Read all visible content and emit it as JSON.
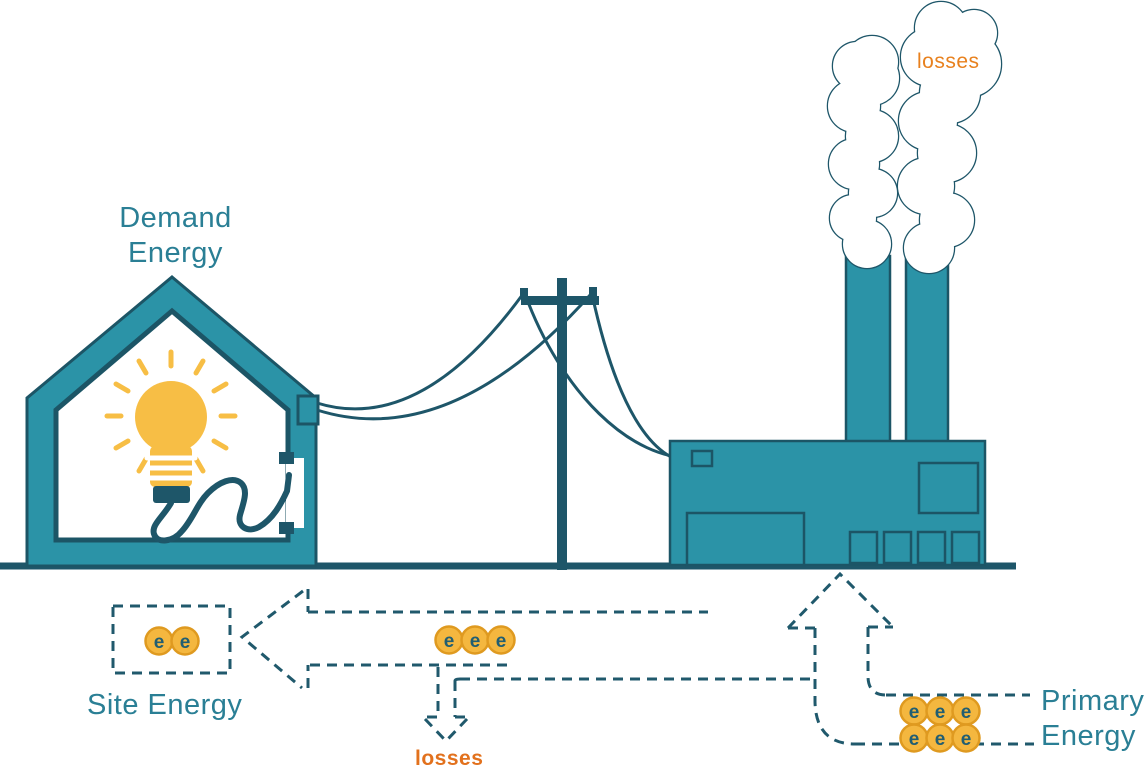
{
  "diagram": {
    "demand_energy": {
      "line1": "Demand",
      "line2": "Energy"
    },
    "site_energy": {
      "label": "Site Energy",
      "coin_count": 2
    },
    "transmission": {
      "coin_count": 3
    },
    "primary_energy": {
      "line1": "Primary",
      "line2": "Energy",
      "coin_count": 6
    },
    "losses": {
      "smoke_label": "losses",
      "transmission_label": "losses"
    },
    "coin_letter": "e",
    "colors": {
      "teal_fill": "#2B93A7",
      "teal_outline": "#1C5566",
      "teal_text": "#2A7F95",
      "dashed_line": "#20596C",
      "orange_losses": "#E8811E",
      "coin_fill": "#F4B73F",
      "coin_ring": "#DF9A20",
      "coin_letter_color": "#215E72",
      "bulb_yellow": "#F7BE45",
      "smoke_fill": "#FFFFFF"
    }
  }
}
